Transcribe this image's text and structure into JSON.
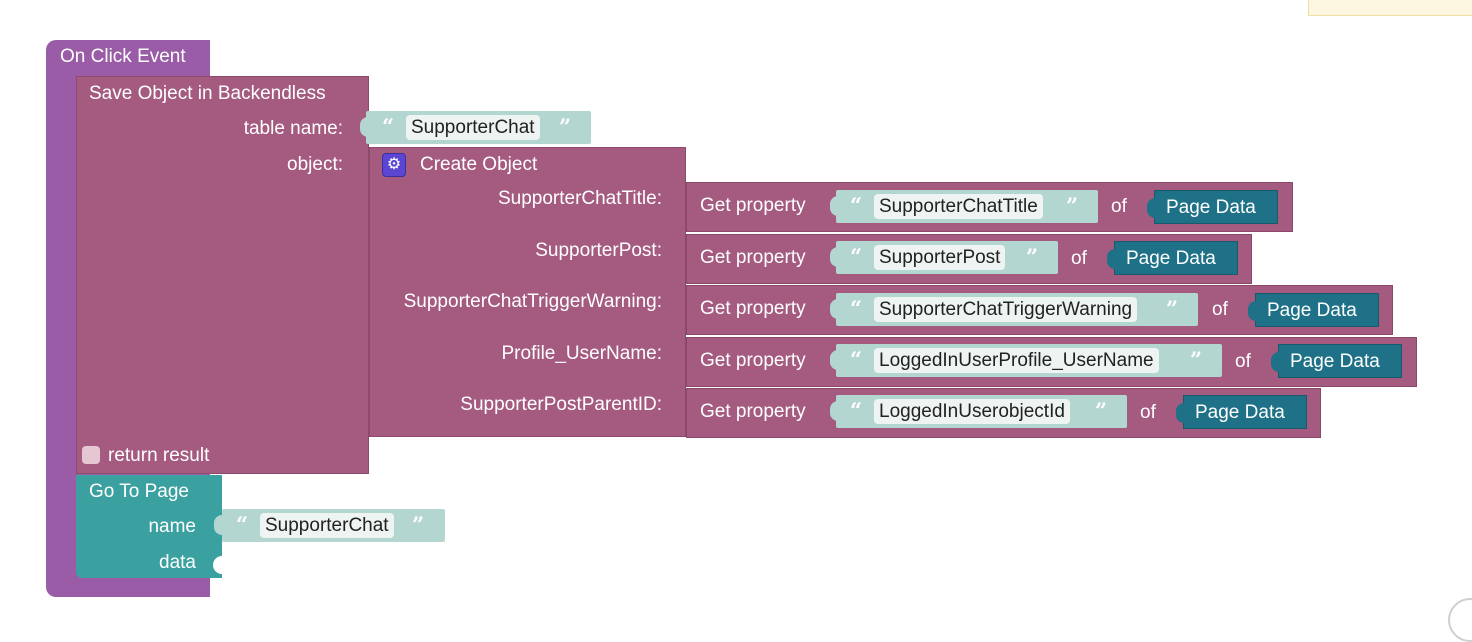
{
  "event": {
    "title": "On Click Event"
  },
  "save": {
    "title": "Save Object in Backendless",
    "table_label": "table name:",
    "table_value": "SupporterChat",
    "object_label": "object:",
    "return_label": "return result"
  },
  "create": {
    "title": "Create Object",
    "rows": [
      {
        "key": "SupporterChatTitle:",
        "get_label": "Get property",
        "prop": "SupporterChatTitle",
        "of": "of",
        "source": "Page Data"
      },
      {
        "key": "SupporterPost:",
        "get_label": "Get property",
        "prop": "SupporterPost",
        "of": "of",
        "source": "Page Data"
      },
      {
        "key": "SupporterChatTriggerWarning:",
        "get_label": "Get property",
        "prop": "SupporterChatTriggerWarning",
        "of": "of",
        "source": "Page Data"
      },
      {
        "key": "Profile_UserName:",
        "get_label": "Get property",
        "prop": "LoggedInUserProfile_UserName",
        "of": "of",
        "source": "Page Data"
      },
      {
        "key": "SupporterPostParentID:",
        "get_label": "Get property",
        "prop": "LoggedInUserobjectId",
        "of": "of",
        "source": "Page Data"
      }
    ]
  },
  "goto": {
    "title": "Go To Page",
    "name_label": "name",
    "name_value": "SupporterChat",
    "data_label": "data"
  },
  "quotes": {
    "open": "“",
    "close": "”"
  },
  "colors": {
    "event": "#9a5ca6",
    "action": "#a55b80",
    "text": "#b3d6d0",
    "navigation": "#3aa1a0",
    "page_data": "#1f7187"
  },
  "icons": {
    "create_object": "gear-icon"
  }
}
